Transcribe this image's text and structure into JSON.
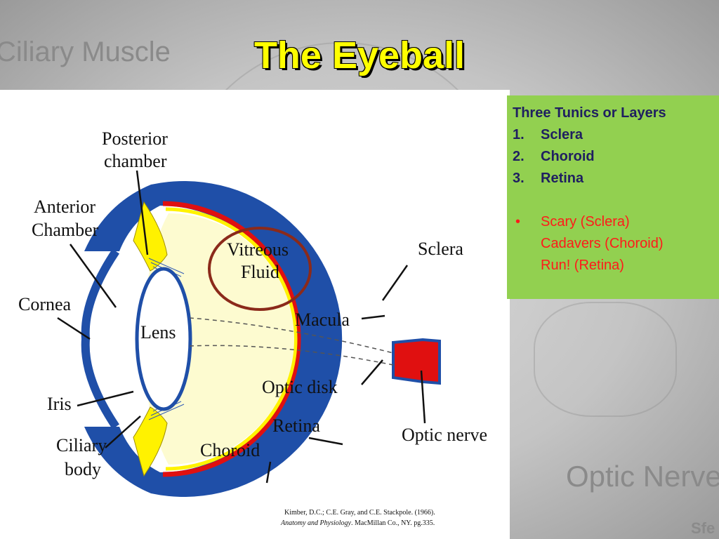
{
  "title": "The Eyeball",
  "background_labels": {
    "ciliary_muscle": "Ciliary Muscle",
    "optic_nerve": "Optic Nerve",
    "fragment": "Sfe"
  },
  "diagram": {
    "labels": {
      "posterior_chamber": [
        "Posterior",
        "chamber"
      ],
      "anterior_chamber": [
        "Anterior",
        "Chamber"
      ],
      "cornea": "Cornea",
      "iris": "Iris",
      "ciliary_body": [
        "Ciliary",
        "body"
      ],
      "lens": "Lens",
      "vitreous_fluid": [
        "Vitreous",
        "Fluid"
      ],
      "sclera": "Sclera",
      "macula": "Macula",
      "optic_disk": "Optic disk",
      "retina": "Retina",
      "choroid": "Choroid",
      "optic_nerve": "Optic nerve"
    },
    "citation": {
      "line1": "Kimber, D.C.; C.E. Gray, and C.E. Stackpole. (1966).",
      "line2_italic": "Anatomy and Physiology",
      "line2_rest": ". MacMillan Co., NY. pg.335."
    },
    "colors": {
      "sclera": "#1f4fa8",
      "choroid": "#e01010",
      "interior": "#fdfbd0",
      "ciliary": "#fff200",
      "highlight_circle": "#8b2a1a"
    }
  },
  "notes": {
    "heading": "Three Tunics or Layers",
    "layers": [
      {
        "num": "1.",
        "label": "Sclera"
      },
      {
        "num": "2.",
        "label": "Choroid"
      },
      {
        "num": "3.",
        "label": "Retina"
      }
    ],
    "mnemonic_bullet": "•",
    "mnemonic": [
      "Scary (Sclera)",
      "Cadavers (Choroid)",
      "Run! (Retina)"
    ]
  }
}
